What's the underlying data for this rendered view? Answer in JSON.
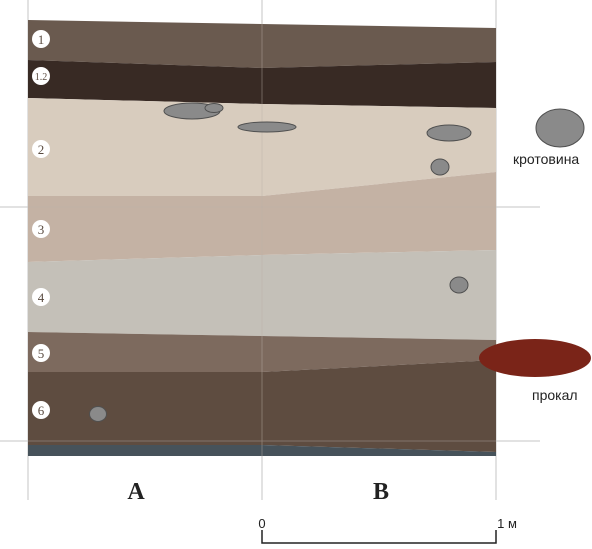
{
  "layers": [
    {
      "num": "1",
      "color": "#6a5a4f"
    },
    {
      "num": "1.2",
      "color": "#382a24"
    },
    {
      "num": "2",
      "color": "#d8ccbe"
    },
    {
      "num": "3",
      "color": "#c4b2a4"
    },
    {
      "num": "4",
      "color": "#c4c0b8"
    },
    {
      "num": "5",
      "color": "#7d6a5e"
    },
    {
      "num": "6",
      "color": "#5e4c40"
    },
    {
      "num": "",
      "color": "#46525a"
    }
  ],
  "columns": {
    "a": "A",
    "b": "B"
  },
  "legend": {
    "burrow_label": "кротовина",
    "burrow_color": "#8a8a8a",
    "burn_label": "прокал",
    "burn_color": "#7a2418"
  },
  "scale": {
    "start": "0",
    "end": "1 м"
  },
  "grid_color": "#c8c8c8"
}
